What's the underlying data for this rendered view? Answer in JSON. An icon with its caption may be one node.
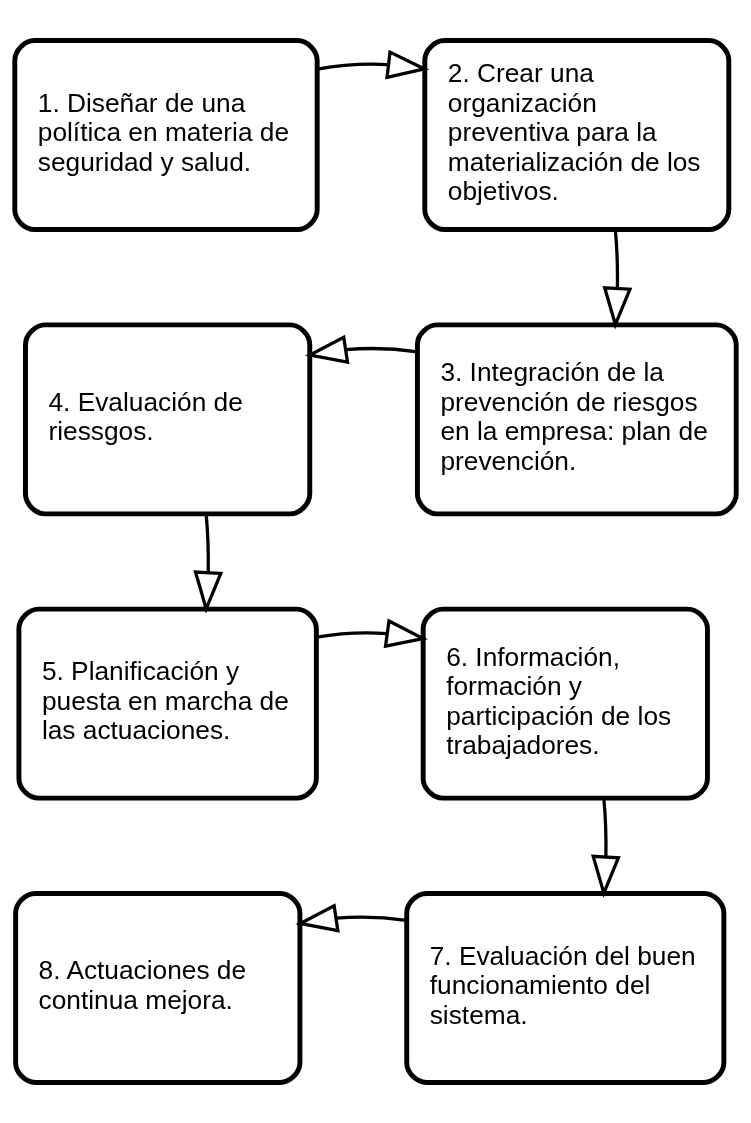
{
  "diagram": {
    "nodes": [
      {
        "text": [
          "1. Diseñar de una política en materia de seguridad y salud."
        ]
      },
      {
        "text": [
          "2. Crear una organización preventiva para la materialización de los objetivos."
        ]
      },
      {
        "text": [
          "3. Integración de la prevención de riesgos en la empresa: plan de prevención."
        ]
      },
      {
        "text": [
          "4. Evaluación de riessgos."
        ]
      },
      {
        "text": [
          "5. Planificación y puesta en marcha de las actuaciones."
        ]
      },
      {
        "text": [
          "6. Información, formación y participación de los trabajadores."
        ]
      },
      {
        "text": [
          "7. Evaluación del buen funcionamiento del sistema."
        ]
      },
      {
        "text": [
          "8. Actuaciones de continua mejora."
        ]
      }
    ],
    "edges": [
      {
        "from": 0,
        "to": 1,
        "arrow": "to"
      },
      {
        "from": 1,
        "to": 2,
        "arrow": "to"
      },
      {
        "from": 2,
        "to": 3,
        "arrow": "to"
      },
      {
        "from": 3,
        "to": 4,
        "arrow": "to"
      },
      {
        "from": 4,
        "to": 5,
        "arrow": "to"
      },
      {
        "from": 5,
        "to": 6,
        "arrow": "to"
      },
      {
        "from": 6,
        "to": 7,
        "arrow": "to"
      }
    ]
  }
}
